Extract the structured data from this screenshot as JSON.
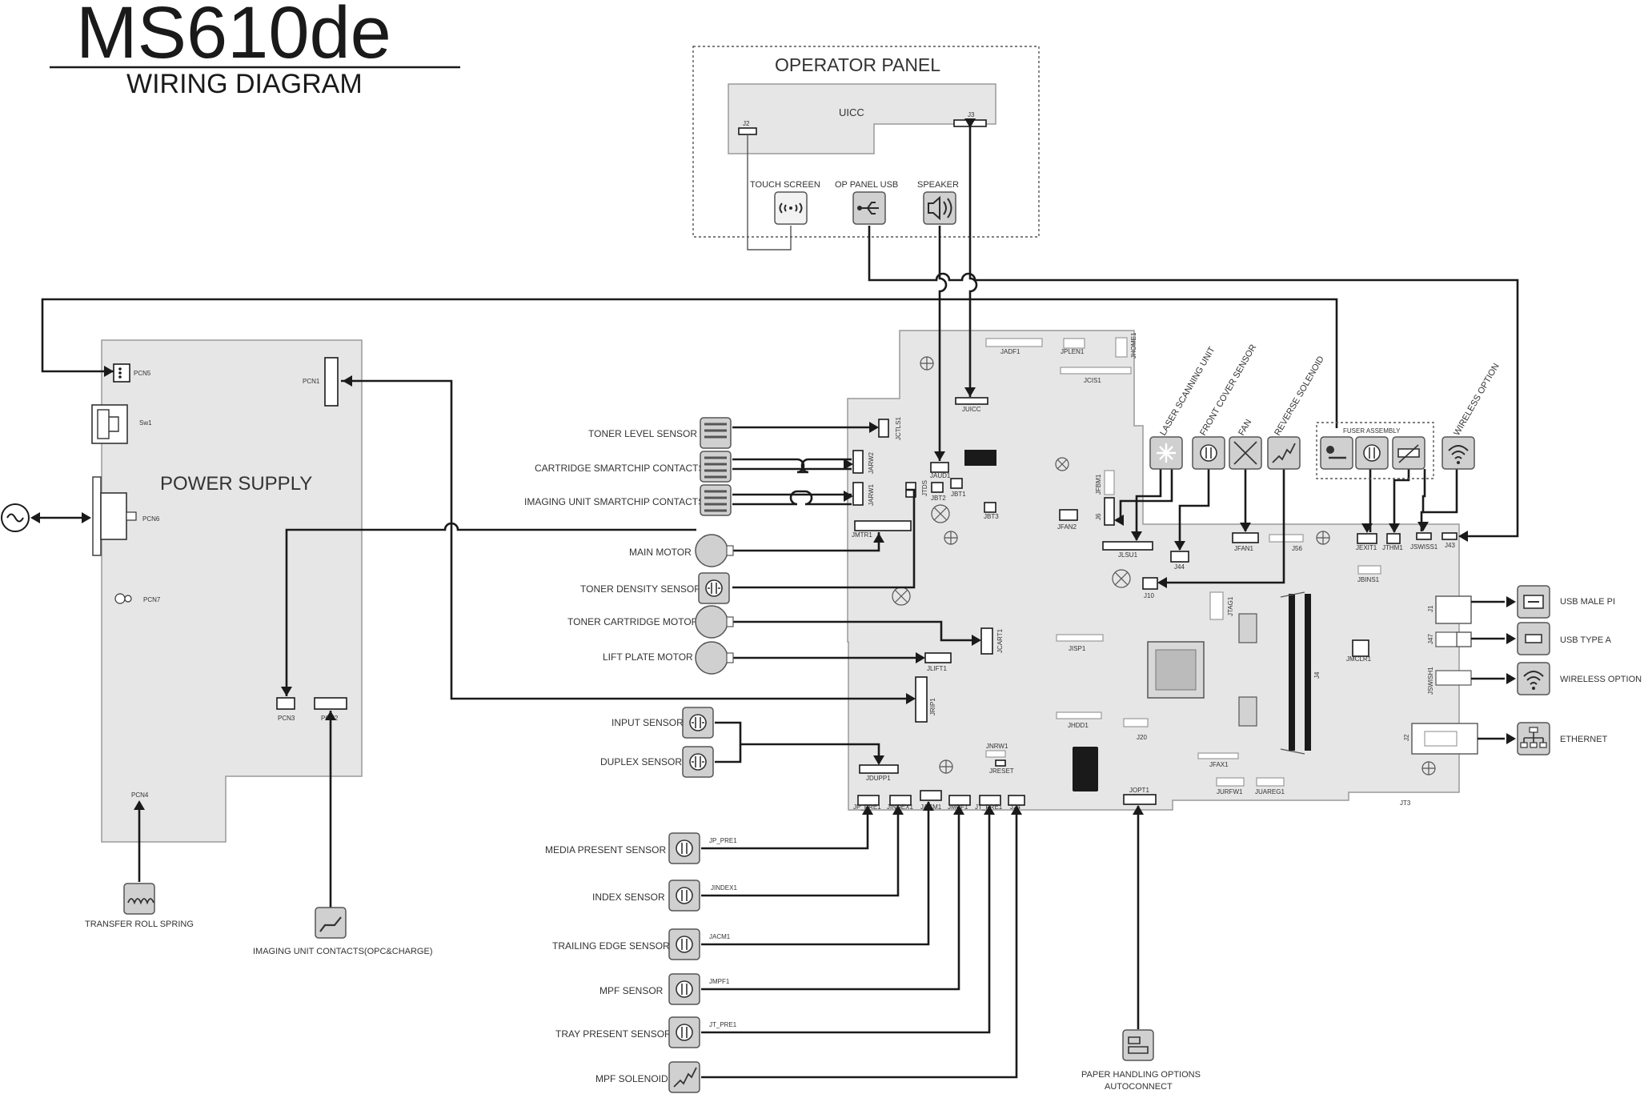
{
  "title": {
    "model": "MS610de",
    "subtitle": "WIRING DIAGRAM"
  },
  "operator_panel": {
    "label": "OPERATOR PANEL",
    "board": "UICC",
    "j2": "J2",
    "j3": "J3",
    "touch_screen": "TOUCH SCREEN",
    "op_panel_usb": "OP PANEL USB",
    "speaker": "SPEAKER"
  },
  "power_supply": {
    "label": "POWER SUPPLY",
    "connectors": {
      "pcn5": "PCN5",
      "sw1": "Sw1",
      "pcn1": "PCN1",
      "pcn6": "PCN6",
      "pcn7": "PCN7",
      "pcn3": "PCN3",
      "pcn2": "PCN2",
      "pcn4": "PCN4"
    }
  },
  "left_components": [
    "TONER LEVEL  SENSOR",
    "CARTRIDGE SMARTCHIP CONTACTS",
    "IMAGING UNIT SMARTCHIP CONTACTS",
    "MAIN MOTOR",
    "TONER DENSITY SENSOR",
    "TONER CARTRIDGE MOTOR",
    "LIFT PLATE  MOTOR",
    "INPUT SENSOR",
    "DUPLEX SENSOR"
  ],
  "bottom_components": [
    "MEDIA PRESENT SENSOR",
    "INDEX SENSOR",
    "TRAILING EDGE SENSOR",
    "MPF SENSOR",
    "TRAY PRESENT SENSOR",
    "MPF SOLENOID"
  ],
  "bottom_wire_labels": [
    "JP_PRE1",
    "JINDEX1",
    "JACM1",
    "JMPF1",
    "JT_PRE1"
  ],
  "power_components": {
    "transfer_roll_spring": "TRANSFER ROLL SPRING",
    "imaging_unit_contacts": "IMAGING UNIT CONTACTS(OPC&CHARGE)"
  },
  "top_components": {
    "laser": "LASER SCANNING UNIT",
    "front_cover": "FRONT COVER SENSOR",
    "fan": "FAN",
    "reverse_solenoid": "REVERSE SOLENOID",
    "fuser_assembly": "FUSER ASSEMBLY",
    "wireless_option_top": "WIRELESS OPTION"
  },
  "right_components": {
    "usb_male_pi": "USB MALE PI",
    "usb_type_a": "USB TYPE A",
    "wireless_option": "WIRELESS OPTION",
    "ethernet": "ETHERNET"
  },
  "paper_handling": {
    "line1": "PAPER HANDLING OPTIONS",
    "line2": "AUTOCONNECT"
  },
  "controller_connectors": {
    "jadf1": "JADF1",
    "jplen1": "JPLEN1",
    "jhome1": "JHOME1",
    "jcis1": "JCIS1",
    "juicc": "JUICC",
    "jctls1": "JCTLS1",
    "jarw2": "JARW2",
    "jarw1": "JARW1",
    "jtds": "JTDS",
    "jaud1": "JAUD1",
    "jbt2": "JBT2",
    "jbt1": "JBT1",
    "jbt3": "JBT3",
    "jmtr1": "JMTR1",
    "jfbm1": "JFBM1",
    "j6": "J6",
    "jfan2": "JFAN2",
    "jlsu1": "JLSU1",
    "j44": "J44",
    "jfan1": "JFAN1",
    "j56": "J56",
    "jexit1": "JEXIT1",
    "jthm1": "JTHM1",
    "jswiss1": "JSWISS1",
    "j43": "J43",
    "jbins1": "JBINS1",
    "j10": "J10",
    "jtag1": "JTAG1",
    "jcart1": "JCART1",
    "jisp1": "JISP1",
    "jlift1": "JLIFT1",
    "jmclr1": "JMCLR1",
    "jrip1": "JRIP1",
    "j4": "J4",
    "j1": "J1",
    "j47": "J47",
    "jswish1": "JSWISH1",
    "j2": "J2",
    "jhdd1": "JHDD1",
    "j20": "J20",
    "jnrw1": "JNRW1",
    "jreset": "JRESET",
    "jfax1": "JFAX1",
    "jdupp1": "JDUPP1",
    "jp_pre1": "JP_PRE1",
    "jindex1": "JINDEX1",
    "jacm1": "JACM1",
    "jmpf1": "JMPF1",
    "jt_pre1": "JT_PRE1",
    "j24": "J24",
    "jopt1": "JOPT1",
    "jurfw1": "JURFW1",
    "juareg1": "JUAREG1",
    "jt3": "JT3"
  }
}
